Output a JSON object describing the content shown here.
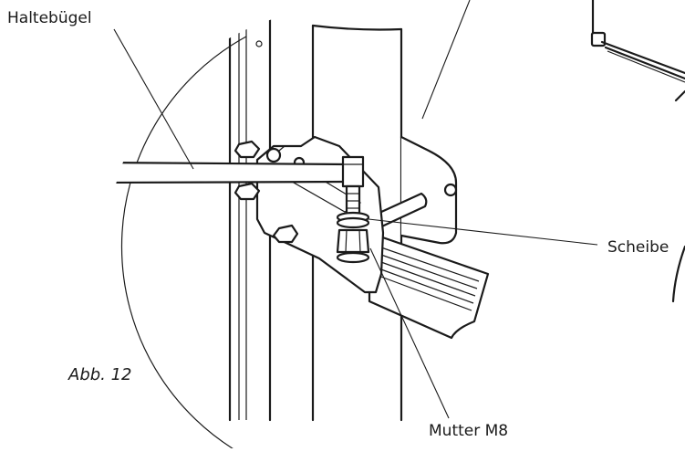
{
  "figure": {
    "caption": "Abb. 12",
    "callouts": {
      "bracket": "Haltebügel",
      "washer": "Scheibe",
      "nut": "Mutter M8"
    }
  }
}
